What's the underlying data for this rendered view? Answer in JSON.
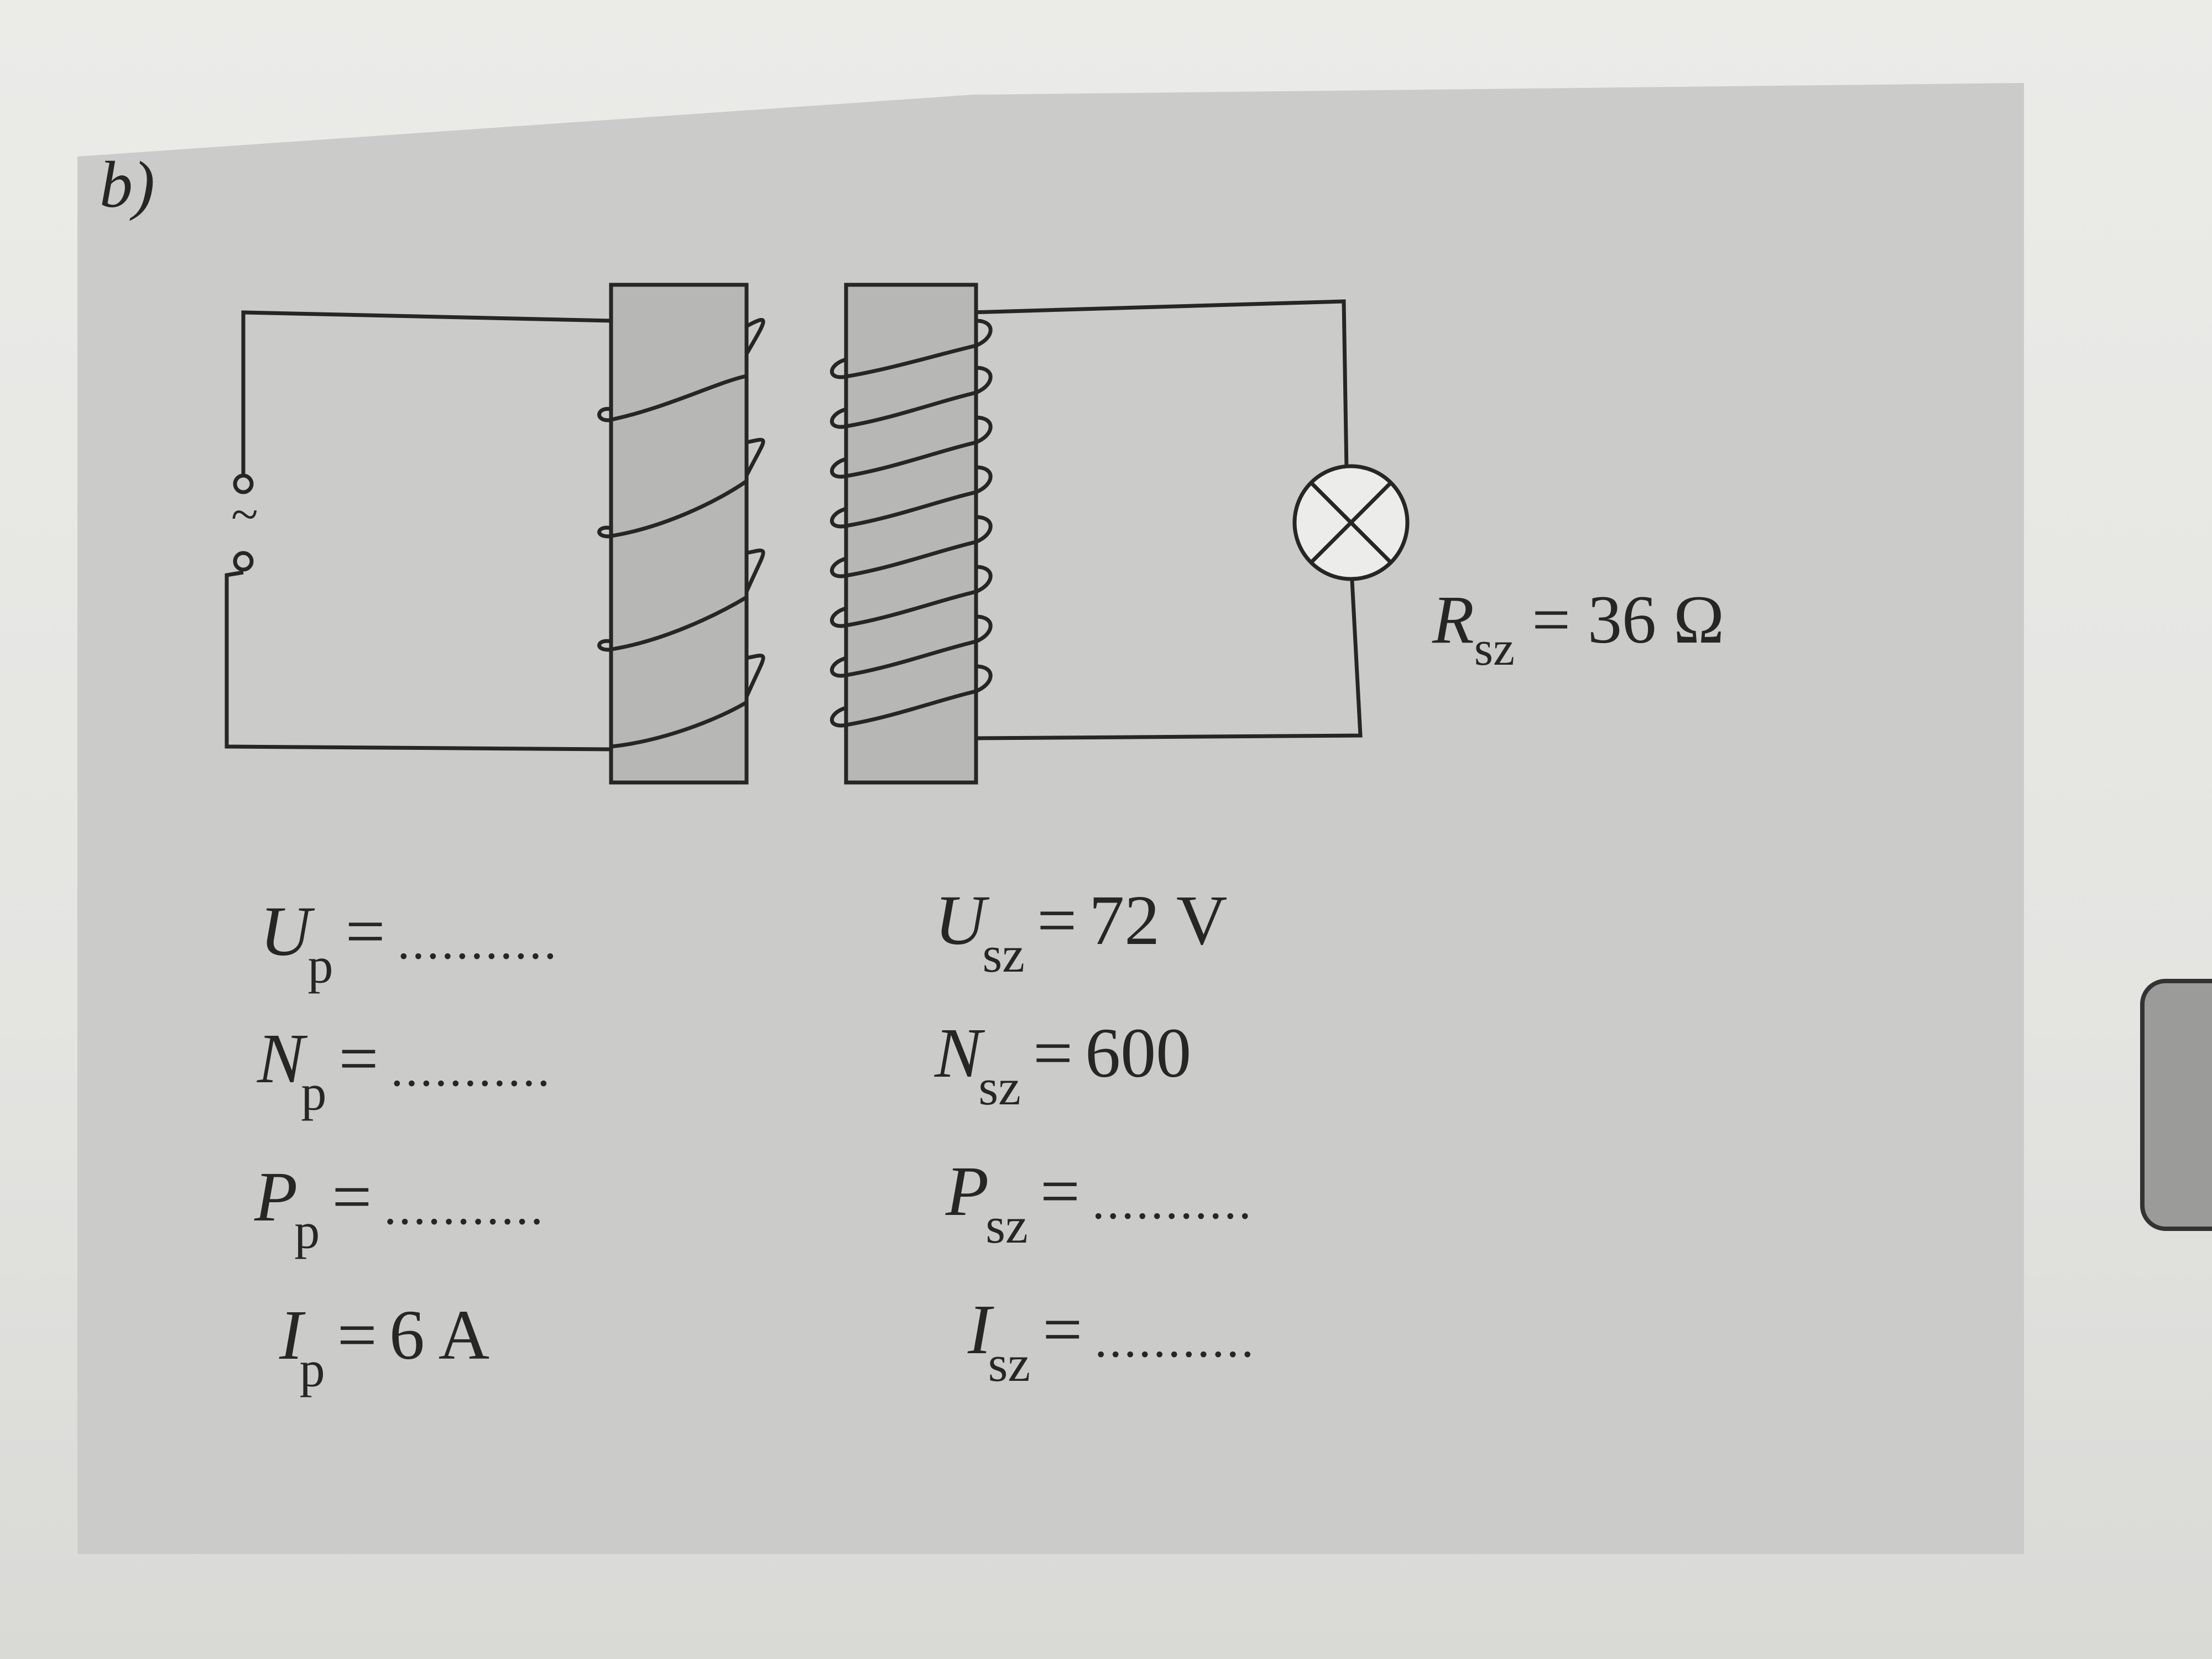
{
  "part_label": "b)",
  "source_symbol": "~",
  "resistance": {
    "symbol": "R",
    "sub": "sz",
    "eq": "=",
    "value": "36 Ω"
  },
  "primary": [
    {
      "symbol": "U",
      "sub": "p",
      "eq": "=",
      "value": "..........."
    },
    {
      "symbol": "N",
      "sub": "p",
      "eq": "=",
      "value": "..........."
    },
    {
      "symbol": "P",
      "sub": "p",
      "eq": "=",
      "value": "..........."
    },
    {
      "symbol": "I",
      "sub": "p",
      "eq": "=",
      "value": "6 A"
    }
  ],
  "secondary": [
    {
      "symbol": "U",
      "sub": "sz",
      "eq": "=",
      "value": "72 V"
    },
    {
      "symbol": "N",
      "sub": "sz",
      "eq": "=",
      "value": "600"
    },
    {
      "symbol": "P",
      "sub": "sz",
      "eq": "=",
      "value": "..........."
    },
    {
      "symbol": "I",
      "sub": "sz",
      "eq": "=",
      "value": "..........."
    }
  ],
  "colors": {
    "core": "#b7b7b6",
    "box": "#cbcbca",
    "ink": "#262626"
  }
}
